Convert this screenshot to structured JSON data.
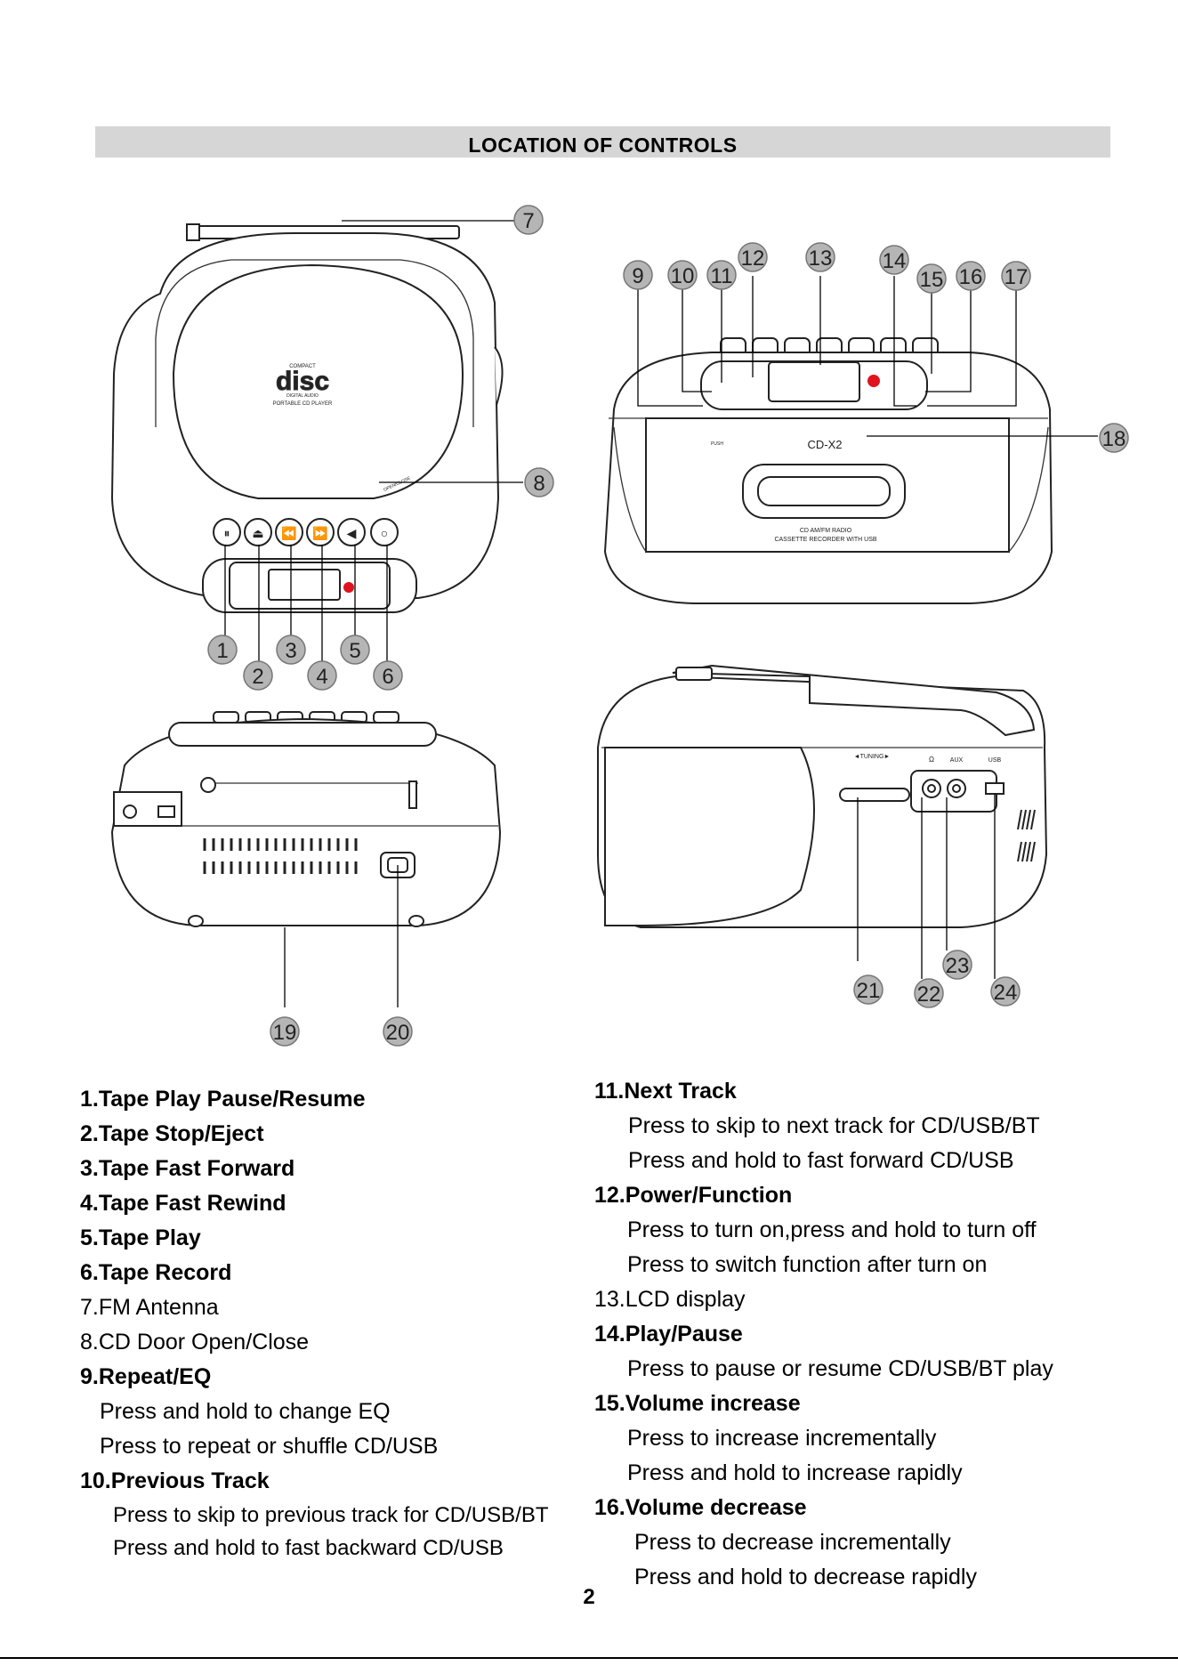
{
  "header": {
    "title": "LOCATION OF CONTROLS"
  },
  "callouts": [
    "1",
    "2",
    "3",
    "4",
    "5",
    "6",
    "7",
    "8",
    "9",
    "10",
    "11",
    "12",
    "13",
    "14",
    "15",
    "16",
    "17",
    "18",
    "19",
    "20",
    "21",
    "22",
    "23",
    "24"
  ],
  "device_labels": {
    "cd_logo_small": "COMPACT",
    "cd_logo_big": "disc",
    "cd_logo_sub": "DIGITAL AUDIO",
    "cd_player_label": "PORTABLE CD PLAYER",
    "open_close": "OPEN/CLOSE",
    "model": "CD-X2",
    "push": "PUSH",
    "radio_line1": "CD AM/FM RADIO",
    "radio_line2": "CASSETTE RECORDER WITH USB",
    "tuning": "◄TUNING►",
    "aux": "AUX",
    "usb": "USB"
  },
  "left_items": [
    {
      "num": "1.",
      "title": "Tape Play Pause/Resume",
      "bold": true,
      "desc": []
    },
    {
      "num": "2.",
      "title": "Tape Stop/Eject",
      "bold": true,
      "desc": []
    },
    {
      "num": "3.",
      "title": "Tape Fast Forward",
      "bold": true,
      "desc": []
    },
    {
      "num": "4.",
      "title": "Tape Fast Rewind",
      "bold": true,
      "desc": []
    },
    {
      "num": "5.",
      "title": "Tape Play",
      "bold": true,
      "desc": []
    },
    {
      "num": "6.",
      "title": "Tape Record",
      "bold": true,
      "desc": []
    },
    {
      "num": "7.",
      "title": "FM Antenna",
      "bold": false,
      "desc": []
    },
    {
      "num": "8.",
      "title": "CD Door Open/Close",
      "bold": false,
      "desc": []
    },
    {
      "num": "9.",
      "title": "Repeat/EQ",
      "bold": true,
      "desc": [
        "Press and hold to change EQ",
        "Press to repeat or shuffle CD/USB"
      ]
    },
    {
      "num": "10.",
      "title": "Previous Track",
      "bold": true,
      "desc": [
        "Press to skip to previous track for CD/USB/BT",
        "Press and hold to fast backward CD/USB"
      ]
    }
  ],
  "right_items": [
    {
      "num": "11.",
      "title": "Next Track",
      "bold": true,
      "desc": [
        "Press to skip to next track for CD/USB/BT",
        "Press and hold to fast forward CD/USB"
      ]
    },
    {
      "num": "12.",
      "title": "Power/Function",
      "bold": true,
      "desc": [
        "Press to turn on,press and hold to turn off",
        "Press to switch function after turn on"
      ]
    },
    {
      "num": "13.",
      "title": "LCD display",
      "bold": false,
      "desc": []
    },
    {
      "num": "14.",
      "title": "Play/Pause",
      "bold": true,
      "desc": [
        "Press to pause or resume CD/USB/BT play"
      ]
    },
    {
      "num": "15.",
      "title": "Volume increase",
      "bold": true,
      "desc": [
        "Press to increase incrementally",
        "Press and hold to increase rapidly"
      ]
    },
    {
      "num": "16.",
      "title": "Volume decrease",
      "bold": true,
      "desc": [
        "Press to decrease incrementally",
        "Press and hold to decrease rapidly"
      ]
    }
  ],
  "footer": {
    "page_number": "2"
  }
}
